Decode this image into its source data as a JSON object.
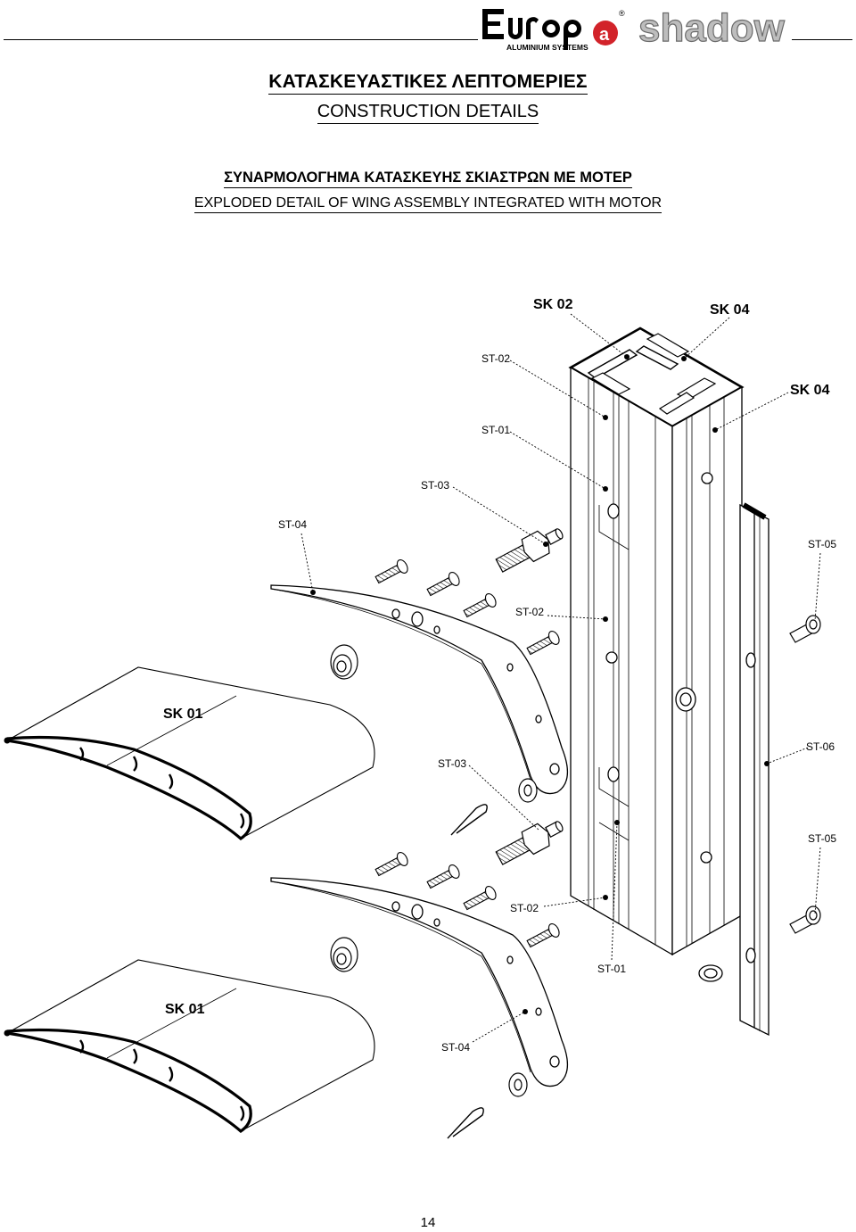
{
  "header": {
    "brand": "Europa",
    "brand_registered": "®",
    "brand_sub": "ALUMINIUM SYSTEMS",
    "series": "shadow"
  },
  "titles": {
    "main_gr": "ΚΑΤΑΣΚΕΥΑΣΤΙΚΕΣ ΛΕΠΤΟΜΕΡΙΕΣ",
    "main_en": "CONSTRUCTION DETAILS",
    "sub_gr": "ΣΥΝΑΡΜΟΛΟΓΗΜΑ ΚΑΤΑΣΚΕΥΗΣ ΣΚΙΑΣΤΡΩΝ ΜΕ ΜΟΤΕΡ",
    "sub_en": "EXPLODED DETAIL OF WING ASSEMBLY INTEGRATED WITH MOTOR"
  },
  "labels": {
    "sk02": "SK 02",
    "sk04_top": "SK 04",
    "sk04_right": "SK 04",
    "st02_a": "ST-02",
    "st01_a": "ST-01",
    "st03_a": "ST-03",
    "st04_a": "ST-04",
    "st05_a": "ST-05",
    "st02_b": "ST-02",
    "sk01_a": "SK 01",
    "st06": "ST-06",
    "st03_b": "ST-03",
    "st05_b": "ST-05",
    "st02_c": "ST-02",
    "st01_b": "ST-01",
    "sk01_b": "SK 01",
    "st04_b": "ST-04"
  },
  "footer": {
    "page_number": "14"
  },
  "colors": {
    "brand_red": "#d2232a",
    "line": "#000000",
    "shadow_text": "#9a9a9a"
  }
}
